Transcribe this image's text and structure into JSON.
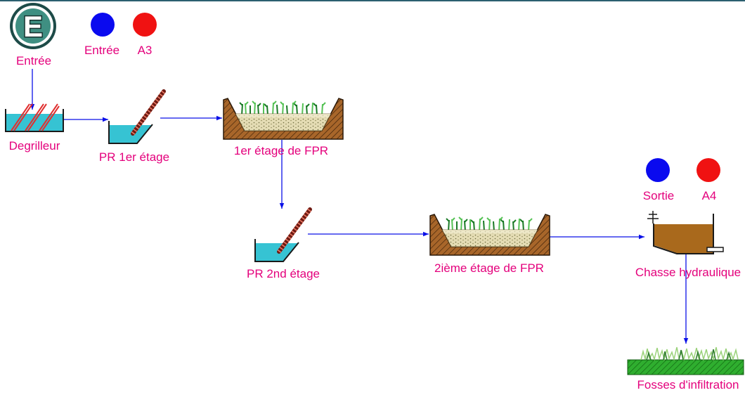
{
  "colors": {
    "label": "#e4007c",
    "arrow": "#0a10e8",
    "water": "#36c3d3",
    "sludge": "#a9691c",
    "frame": "#2b5f70"
  },
  "nodes": [
    {
      "label": "Entrée",
      "letter": "E",
      "icon": "inlet-e-icon"
    },
    {
      "label": "Degrilleur",
      "icon": "bar-screen-icon"
    },
    {
      "label": "PR 1er étage",
      "icon": "screw-pump-icon"
    },
    {
      "label": "1er étage de FPR",
      "icon": "reed-bed-filter-icon"
    },
    {
      "label": "PR 2nd étage",
      "icon": "screw-pump-icon"
    },
    {
      "label": "2ième étage de FPR",
      "icon": "reed-bed-filter-icon"
    },
    {
      "label": "Chasse hydraulique",
      "icon": "flush-tank-icon"
    },
    {
      "label": "Fosses d'infiltration",
      "icon": "infiltration-ditch-icon"
    }
  ],
  "edges": [
    [
      0,
      1
    ],
    [
      1,
      2
    ],
    [
      2,
      3
    ],
    [
      3,
      4
    ],
    [
      4,
      5
    ],
    [
      5,
      6
    ],
    [
      6,
      7
    ]
  ],
  "probes": [
    {
      "label": "Entrée",
      "color": "#0a0aef"
    },
    {
      "label": "A3",
      "color": "#f01212"
    },
    {
      "label": "Sortie",
      "color": "#0a0aef"
    },
    {
      "label": "A4",
      "color": "#f01212"
    }
  ]
}
